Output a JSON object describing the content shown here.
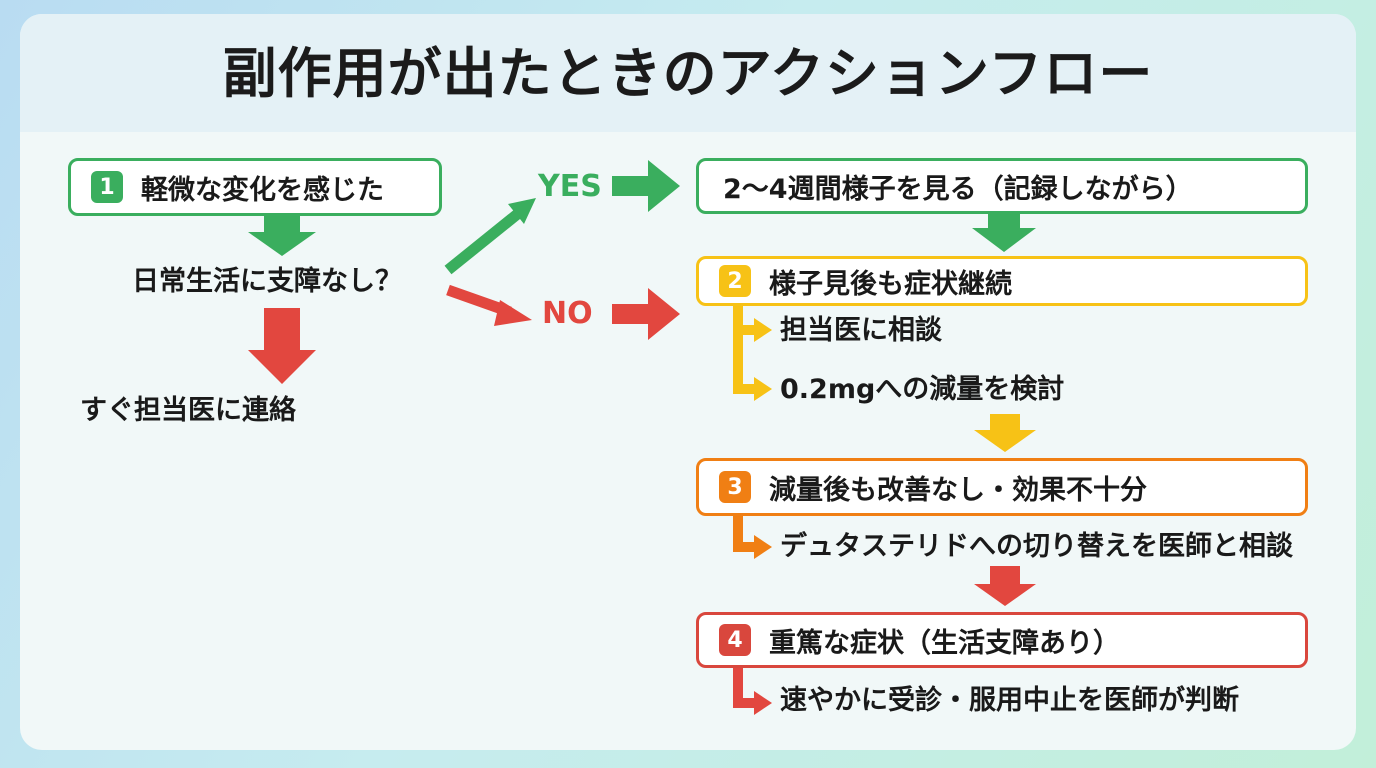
{
  "title": "副作用が出たときのアクションフロー",
  "colors": {
    "green": "#3aae5e",
    "red": "#e2473f",
    "yellow": "#f7c216",
    "orange": "#f07f14",
    "red_box": "#d9473d"
  },
  "step1": {
    "num": "1",
    "label": "軽微な変化を感じた"
  },
  "question": "日常生活に支障なし？",
  "no_direct": "すぐ担当医に連絡",
  "yes_label": "YES",
  "no_label": "NO",
  "watch": "2〜4週間様子を見る（記録しながら）",
  "step2": {
    "num": "2",
    "label": "様子見後も症状継続",
    "actions": [
      "担当医に相談",
      "0.2mgへの減量を検討"
    ]
  },
  "step3": {
    "num": "3",
    "label": "減量後も改善なし・効果不十分",
    "actions": [
      "デュタステリドへの切り替えを医師と相談"
    ]
  },
  "step4": {
    "num": "4",
    "label": "重篤な症状（生活支障あり）",
    "actions": [
      "速やかに受診・服用中止を医師が判断"
    ]
  }
}
